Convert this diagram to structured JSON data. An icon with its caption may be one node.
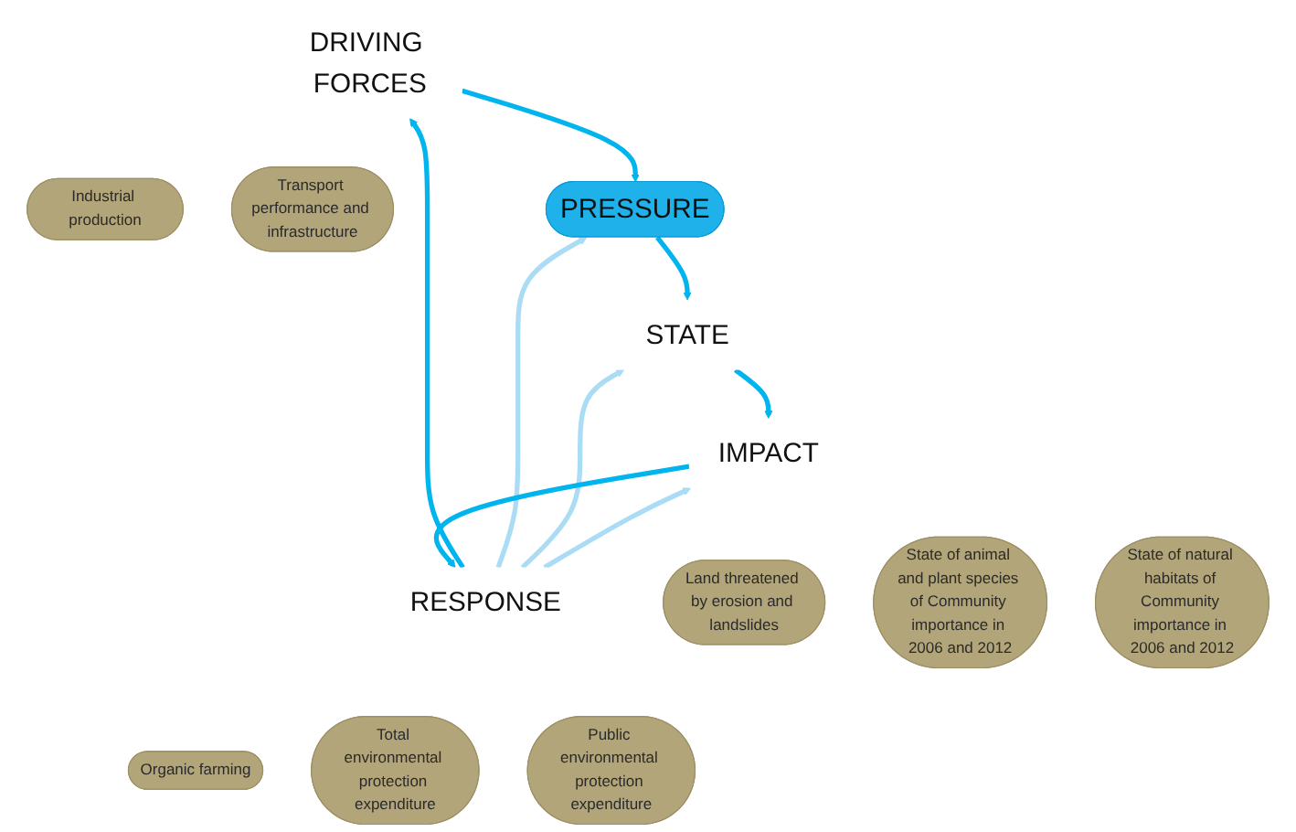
{
  "diagram": {
    "nodes": [
      {
        "text": [
          "Industrial production"
        ]
      },
      {
        "text": [
          "Transport performance and infrastructure"
        ]
      },
      {
        "text": [
          "Organic farming"
        ]
      },
      {
        "text": [
          "Total environmental protection expenditure"
        ]
      },
      {
        "text": [
          "Public environmental protection expenditure"
        ]
      },
      {
        "text": [
          "DRIVING FORCES"
        ]
      },
      {
        "text": [
          "RESPONSE"
        ]
      },
      {
        "text": [
          "PRESSURE"
        ]
      },
      {
        "text": [
          "Land threatened by erosion and landslides"
        ]
      },
      {
        "text": [
          "State of animal and plant species of Community importance in 2006 and 2012"
        ]
      },
      {
        "text": [
          "IMPACT"
        ]
      },
      {
        "text": [
          "STATE"
        ]
      },
      {
        "text": [
          "State of natural habitats of Community importance in 2006 and 2012"
        ]
      }
    ],
    "edges": [
      {
        "from": 6,
        "to": 5,
        "arrow": "to"
      },
      {
        "from": 5,
        "to": 7,
        "arrow": "to"
      },
      {
        "from": 6,
        "to": 7,
        "arrow": "to",
        "color": "#aadcf5"
      },
      {
        "from": 6,
        "to": 11,
        "arrow": "to",
        "color": "#aadcf5"
      },
      {
        "from": 6,
        "to": 10,
        "arrow": "to",
        "color": "#aadcf5"
      },
      {
        "from": 10,
        "to": 6,
        "arrow": "to"
      },
      {
        "from": 7,
        "to": 11,
        "arrow": "to"
      },
      {
        "from": 11,
        "to": 10,
        "arrow": "to"
      }
    ]
  }
}
